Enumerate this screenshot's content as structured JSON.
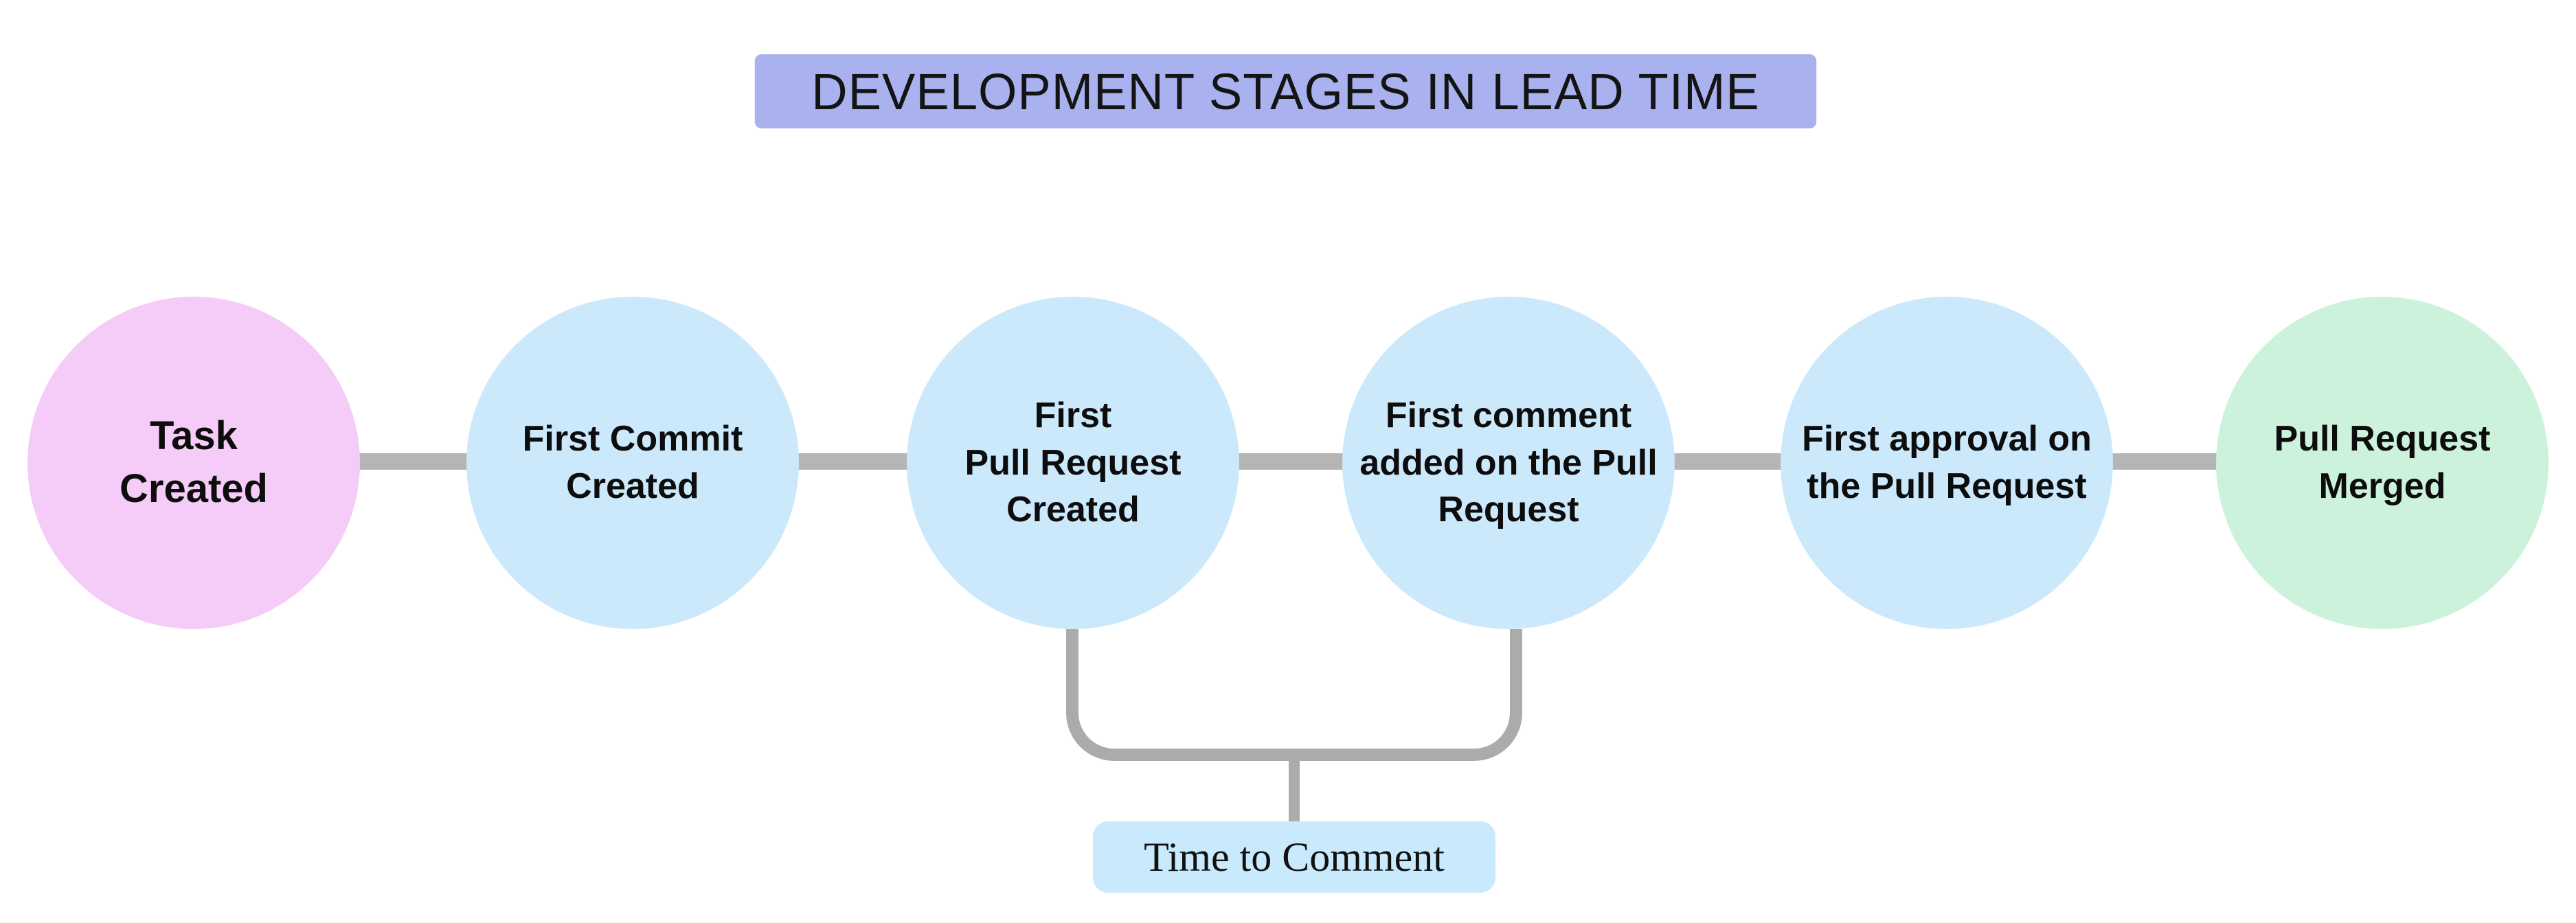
{
  "title": {
    "text": "DEVELOPMENT STAGES IN LEAD TIME",
    "bg": "#a9b2ef"
  },
  "stages": [
    {
      "label": "Task\nCreated",
      "color": "#f4ccf7"
    },
    {
      "label": "First Commit\nCreated",
      "color": "#cbe9fb"
    },
    {
      "label": "First\nPull Request\nCreated",
      "color": "#cbe9fb"
    },
    {
      "label": "First comment\nadded on the Pull\nRequest",
      "color": "#cbe9fb"
    },
    {
      "label": "First approval on\nthe Pull Request",
      "color": "#cbe9fb"
    },
    {
      "label": "Pull Request\nMerged",
      "color": "#cdf2dc"
    }
  ],
  "connector": {
    "color": "#b5b5b5",
    "bracket_color": "#ababab"
  },
  "annotation": {
    "label": "Time to Comment",
    "bg": "#c9eafc"
  }
}
